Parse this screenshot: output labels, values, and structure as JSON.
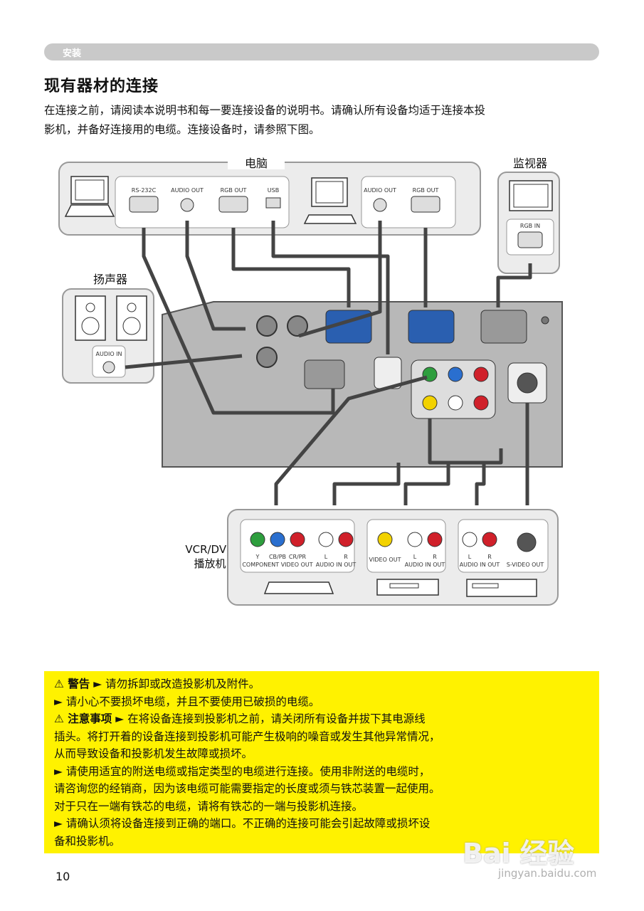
{
  "header": {
    "section": "安装",
    "title": "现有器材的连接"
  },
  "intro": {
    "line1": "在连接之前，请阅读本说明书和每一要连接设备的说明书。请确认所有设备均适于连接本投",
    "line2": "影机，并备好连接用的电缆。连接设备时，请参照下图。"
  },
  "diagram": {
    "computer_label": "电脑",
    "monitor_label": "监视器",
    "speaker_label": "扬声器",
    "vcr_label_1": "VCR/DVD",
    "vcr_label_2": "播放机",
    "ports": {
      "rs232c": "RS-232C",
      "audio_out": "AUDIO OUT",
      "rgb_out": "RGB OUT",
      "usb": "USB",
      "rgb_in": "RGB IN",
      "audio_in": "AUDIO IN",
      "y": "Y",
      "cb": "CB/PB",
      "cr": "CR/PR",
      "component_video_out": "COMPONENT VIDEO OUT",
      "l": "L",
      "r": "R",
      "audio_in_out": "AUDIO IN OUT",
      "video_out": "VIDEO OUT",
      "s_video_out": "S-VIDEO OUT"
    }
  },
  "warnings": {
    "warning_keyword": "⚠ 警告",
    "w1": " ► 请勿拆卸或改造投影机及附件。",
    "w2": "► 请小心不要损坏电缆，并且不要使用已破损的电缆。",
    "caution_keyword": "⚠ 注意事项",
    "c1a": "  ► 在将设备连接到投影机之前，请关闭所有设备并拔下其电源线",
    "c1b": "插头。将打开着的设备连接到投影机可能产生极响的噪音或发生其他异常情况，",
    "c1c": "从而导致设备和投影机发生故障或损坏。",
    "c2a": "► 请使用适宜的附送电缆或指定类型的电缆进行连接。使用非附送的电缆时，",
    "c2b": "请咨询您的经销商，因为该电缆可能需要指定的长度或须与铁芯装置一起使用。",
    "c2c": "对于只在一端有铁芯的电缆，请将有铁芯的一端与投影机连接。",
    "c3a": "► 请确认须将设备连接到正确的端口。不正确的连接可能会引起故障或损坏设",
    "c3b": "备和投影机。"
  },
  "footer": {
    "page_number": "10",
    "watermark_brand": "Bai 经验",
    "watermark_url": "jingyan.baidu.com"
  },
  "colors": {
    "warning_bg": "#fff200",
    "section_bar": "#c9c9c9",
    "projector_panel": "#b8b8b8",
    "jack_green": "#2e9e3e",
    "jack_blue": "#2a6fcf",
    "jack_red": "#d0202a",
    "jack_yellow": "#f2d200"
  }
}
